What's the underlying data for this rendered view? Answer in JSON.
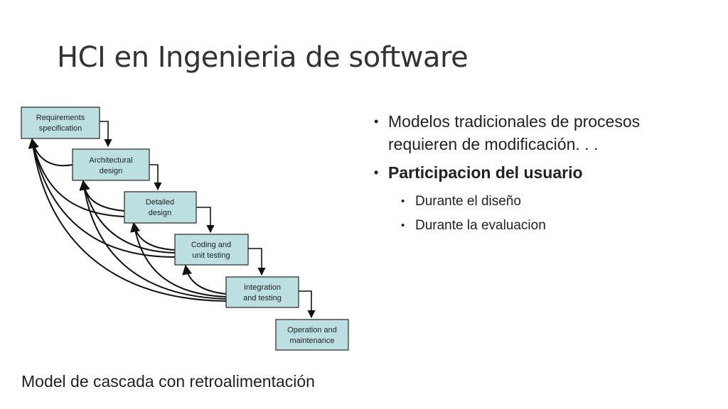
{
  "slide": {
    "title": "HCI en Ingenieria de software",
    "caption": "Model de cascada con retroalimentación"
  },
  "diagram": {
    "stages": [
      {
        "line1": "Requirements",
        "line2": "specification"
      },
      {
        "line1": "Architectural",
        "line2": "design"
      },
      {
        "line1": "Detailed",
        "line2": "design"
      },
      {
        "line1": "Coding and",
        "line2": "unit testing"
      },
      {
        "line1": "Integration",
        "line2": "and testing"
      },
      {
        "line1": "Operation and",
        "line2": "maintenance"
      }
    ]
  },
  "bullets": {
    "items": [
      {
        "text": "Modelos tradicionales de procesos requieren de modificación. . ."
      },
      {
        "text": "Participacion del usuario"
      }
    ],
    "subitems": [
      {
        "text": "Durante el diseño"
      },
      {
        "text": "Durante la evaluacion"
      }
    ]
  },
  "colors": {
    "box_fill": "#bcdfe1",
    "box_stroke": "#333333",
    "text": "#222222"
  }
}
